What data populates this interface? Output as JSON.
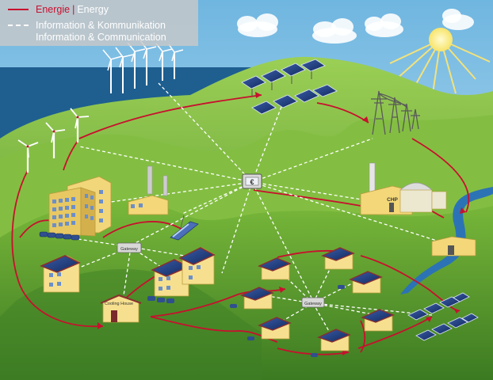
{
  "legend": {
    "energy_de": "Energie",
    "separator": "|",
    "energy_en": "Energy",
    "info_de": "Information & Kommunikation",
    "info_en": "Information & Communication"
  },
  "labels": {
    "meter_symbol": "€",
    "chp": "CHP",
    "gateway_west": "Gateway",
    "gateway_east": "Gateway",
    "cooling_house": "Cooling House"
  },
  "colors": {
    "energy_line": "#c8102e",
    "info_line": "#ffffff",
    "sky": "#8ec8e8",
    "sea": "#1f5f8f",
    "grass": "#6fae35",
    "roof": "#b8463a"
  }
}
